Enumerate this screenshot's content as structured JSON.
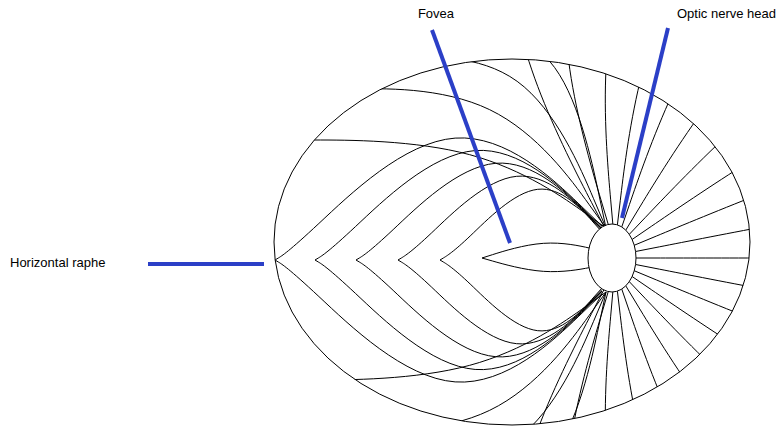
{
  "diagram": {
    "labels": [
      "Fovea",
      "Optic nerve head",
      "Horizontal raphe"
    ]
  }
}
